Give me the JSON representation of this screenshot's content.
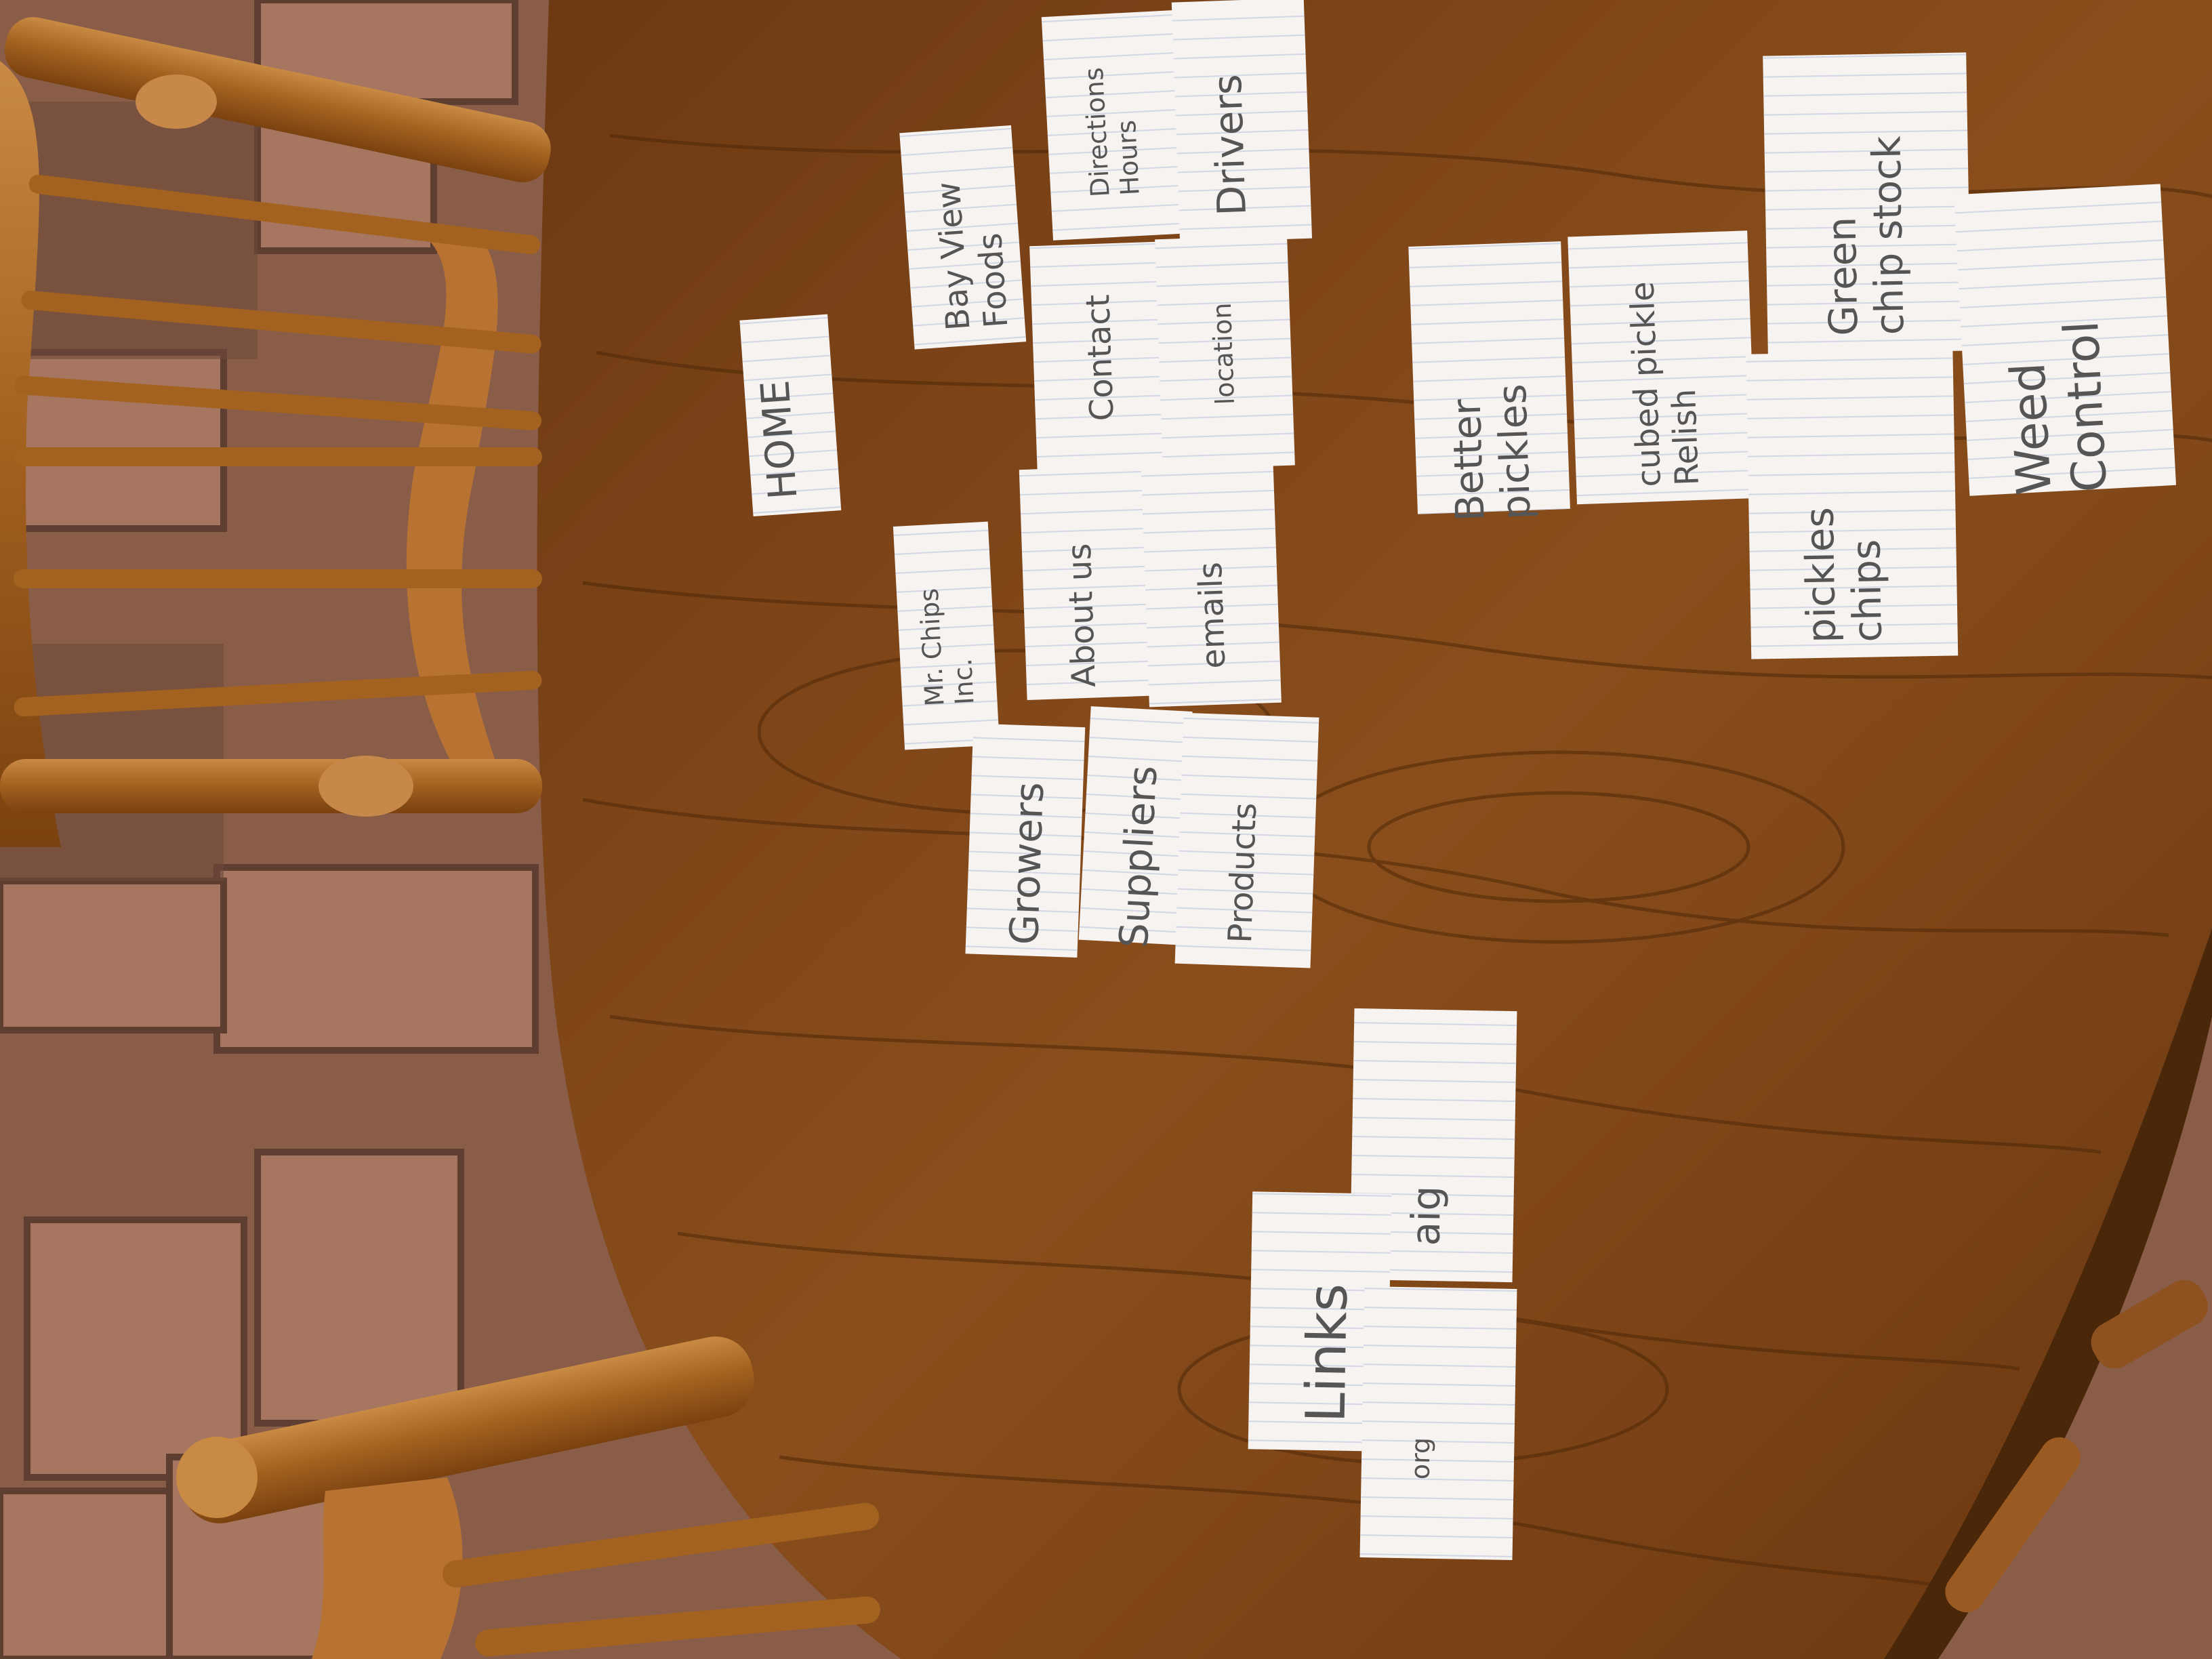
{
  "colors": {
    "table": "#7a4418",
    "table_dark": "#4a2708",
    "brick": "#9a6a50",
    "chair": "#b06e2c",
    "card": "#f7f3f1",
    "card_line": "#b8c4dc",
    "card_margin": "#e8a0a8"
  },
  "cards": {
    "home": "HOME",
    "bay_view_foods": [
      "Bay View",
      "Foods"
    ],
    "directions_hours": [
      "Directions",
      "Hours"
    ],
    "drivers": "Drivers",
    "contact": "Contact",
    "location": "location",
    "about_us": "About us",
    "emails": "emails",
    "mr_chips": [
      "Mr. Chips",
      "Inc."
    ],
    "growers": "Growers",
    "suppliers": "Suppliers",
    "products": "Products",
    "better_pickles": [
      "Better",
      "pickles"
    ],
    "cubed_pickle_relish": [
      "cubed pickle",
      "Relish"
    ],
    "green_chip_stock": [
      "Green",
      "chip stock"
    ],
    "pickles_chips": [
      "pickles",
      "chips"
    ],
    "weed_control": [
      "Weed",
      "Control"
    ],
    "aig": "aig",
    "links": "Links",
    "org": "org"
  }
}
